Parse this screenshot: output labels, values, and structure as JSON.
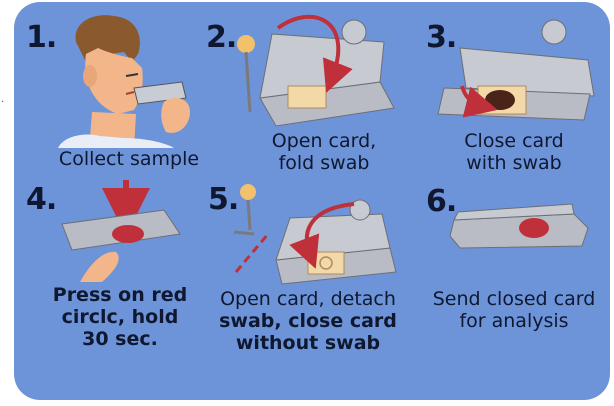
{
  "steps": [
    {
      "number": "1.",
      "caption": [
        "Collect sample"
      ]
    },
    {
      "number": "2.",
      "caption": [
        "Open card,",
        "fold swab"
      ]
    },
    {
      "number": "3.",
      "caption": [
        "Close card",
        "with swab"
      ]
    },
    {
      "number": "4.",
      "caption": [
        "Press on red",
        "circlc, hold",
        "30 sec."
      ]
    },
    {
      "number": "5.",
      "caption": [
        "Open card, detach",
        "swab, close card",
        "without swab"
      ]
    },
    {
      "number": "6.",
      "caption": [
        "Send closed card",
        "for analysis"
      ]
    }
  ],
  "colors": {
    "background": "#6d94d8",
    "card": "#b9bcc4",
    "arrow": "#c0303a",
    "red_circle": "#c0303a",
    "sample_spot": "#4a2418",
    "swab_pad": "#f3d9a8",
    "text": "#0f1830"
  },
  "icons": [
    "person-collecting-sample-icon",
    "folding-card-icon",
    "closed-card-icon",
    "press-finger-icon",
    "detach-swab-icon",
    "send-card-icon"
  ]
}
